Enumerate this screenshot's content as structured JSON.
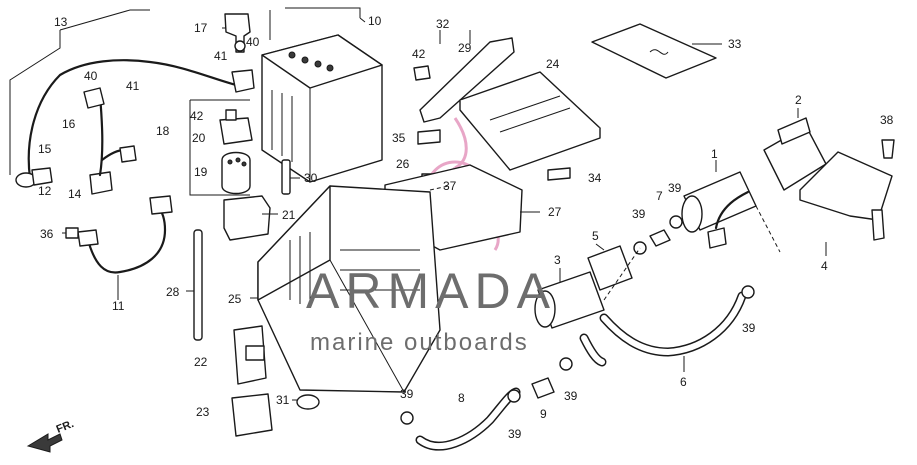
{
  "diagram": {
    "callouts": [
      "1",
      "2",
      "3",
      "4",
      "5",
      "6",
      "7",
      "8",
      "9",
      "10",
      "11",
      "12",
      "13",
      "14",
      "15",
      "16",
      "17",
      "18",
      "19",
      "20",
      "21",
      "22",
      "23",
      "24",
      "25",
      "26",
      "27",
      "28",
      "29",
      "30",
      "31",
      "32",
      "33",
      "34",
      "35",
      "36",
      "37",
      "38",
      "39",
      "40",
      "41",
      "42"
    ],
    "repeat_labels": {
      "40": "40",
      "41": "41",
      "42": "42",
      "39": "39"
    },
    "direction_marker": "FR.",
    "watermark": {
      "brand": "ARMADA",
      "tagline": "marine outboards"
    },
    "colors": {
      "line": "#1a1a1a",
      "watermark_logo": "#e8a6c7",
      "watermark_text": "#6d6d6d",
      "background": "#ffffff"
    }
  }
}
